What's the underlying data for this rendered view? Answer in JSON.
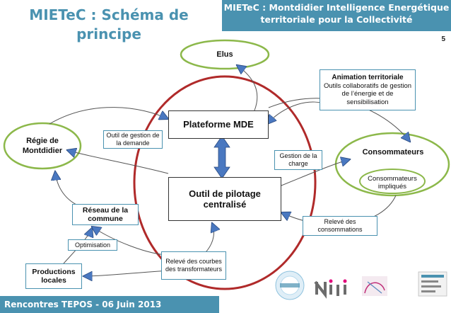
{
  "slide": {
    "title": "MIETeC : Schéma de principe",
    "header": "MIETeC : Montdidier Intelligence Energétique territoriale pour la Collectivité",
    "page_number": "5",
    "footer": "Rencontres TEPOS - 06 Juin 2013"
  },
  "nodes": {
    "elus": "Elus",
    "plateforme": "Plateforme MDE",
    "outil_pilotage": "Outil de pilotage centralisé",
    "regie": "Régie de Montdidier",
    "consommateurs": "Consommateurs",
    "consommateurs_impliques": "Consommateurs impliqués",
    "reseau": "Réseau de la commune",
    "productions": "Productions locales",
    "animation": "Animation territoriale Outils collaboratifs de gestion de l’énergie et de sensibilisation",
    "animation_title": "Animation territoriale",
    "animation_body": "Outils collaboratifs de gestion de l’énergie et de sensibilisation"
  },
  "edge_labels": {
    "outil_gestion": "Outil de gestion de la demande",
    "gestion_charge": "Gestion de la charge",
    "releve_consommations": "Relevé des consommations",
    "releve_courbes": "Relevé des courbes des transformateurs",
    "optimisation": "Optimisation"
  },
  "colors": {
    "accent_blue": "#4a92b0",
    "ellipse_green": "#8cb84a",
    "circle_red": "#b02a2a",
    "arrow_blue": "#4a78c0"
  },
  "logos": [
    "energies-demain-logo",
    "niji-logo",
    "partner-logo",
    "montdidier-logo"
  ]
}
